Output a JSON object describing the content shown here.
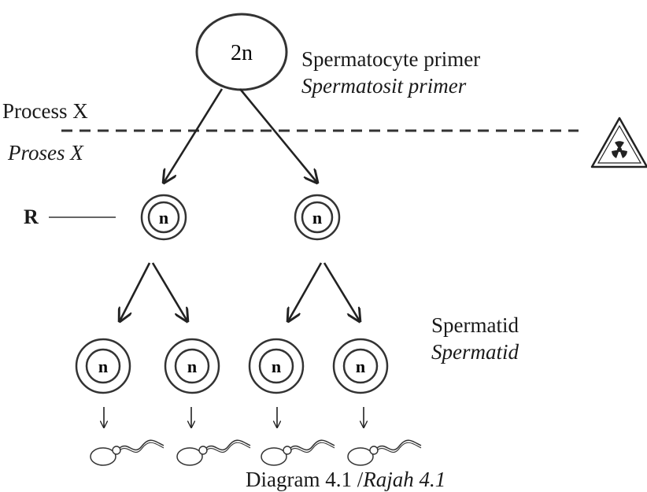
{
  "parent_cell": {
    "label": "2n",
    "name": "Spermatocyte primer",
    "name_alt": "Spermatosit primer"
  },
  "process": {
    "label": "Process X",
    "label_alt": "Proses X"
  },
  "pointer_label": "R",
  "secondary_cells": [
    {
      "label": "n"
    },
    {
      "label": "n"
    }
  ],
  "spermatids": {
    "name": "Spermatid",
    "name_alt": "Spermatid",
    "cells": [
      {
        "label": "n"
      },
      {
        "label": "n"
      },
      {
        "label": "n"
      },
      {
        "label": "n"
      }
    ]
  },
  "caption": {
    "main": "Diagram 4.1 /",
    "alt": "Rajah 4.1"
  },
  "icons": [
    "radiation-warning-icon",
    "sperm-icon"
  ]
}
